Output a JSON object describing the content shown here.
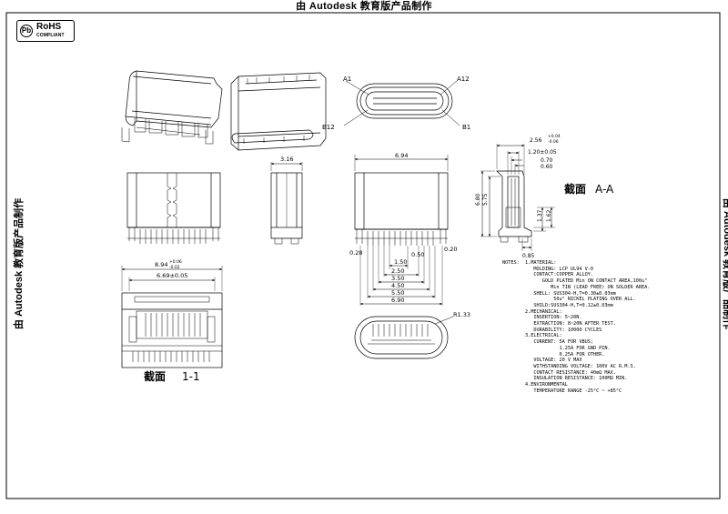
{
  "watermark": "由 Autodesk 教育版产品制作",
  "rohs": {
    "title": "RoHS",
    "subtitle": "COMPLIANT",
    "logo_letter": "Pb"
  },
  "pins": {
    "a1": "A1",
    "a12": "A12",
    "b12": "B12",
    "b1": "B1"
  },
  "dims": {
    "front_width": "6.94",
    "side_width": "3.16",
    "pitch_028": "0.28",
    "pitch_050": "0.50",
    "pitch_020": "0.20",
    "d150": "1.50",
    "d250": "2.50",
    "d350": "3.50",
    "d450": "4.50",
    "d550": "5.50",
    "d690": "6.90",
    "top_894": "8.94",
    "top_894_tol_up": "+0.06",
    "top_894_tol_dn": "-0.02",
    "top_669": "6.69±0.05",
    "radius": "R1.33",
    "aa_256": "2.56",
    "aa_256_tol_up": "+0.04",
    "aa_256_tol_dn": "-0.06",
    "aa_120": "1.20±0.05",
    "aa_070": "0.70",
    "aa_060": "0.60",
    "aa_680": "6.80",
    "aa_575": "5.75",
    "aa_137": "1.37",
    "aa_162": "1.62",
    "aa_085": "0.85"
  },
  "section_aa": {
    "cn": "截面",
    "label": "A-A"
  },
  "section_11": {
    "cn": "截面",
    "label": "1-1"
  },
  "notes": [
    "NOTES:  1.MATERIAL:",
    "           MOLDING: LCP UL94 V-0",
    "           CONTACT:COPPER ALLOY.",
    "              GOLD PLATED Min ON CONTACT AREA,100u\"",
    "                 Min TIN (LEAD FREE) ON SOLDER AREA.",
    "           SHELL: SUS304-H,T=0.30±0.03mm",
    "                  50u\" NICKEL PLATING OVER ALL.",
    "           SHILD:SUS304-H,T=0.12±0.03mm",
    "        2.MECHANICAL:",
    "           INSERTION: 5~20N.",
    "           EXTRACTION: 8~20N AFTER TEST.",
    "           DURABILITY: 10000 CYCLES",
    "        3.ELECTRICAL:",
    "           CURRENT: 5A FOR VBUS;",
    "                    1.25A FOR GND PIN.",
    "                    0.25A FOR OTHER.",
    "           VOLTAGE: 20 V MAX",
    "           WITHSTANDING VOLTAGE: 100V AC R.M.S.",
    "           CONTACT RESISTANCE: 40mΩ MAX.",
    "           INSULATION RESISTANCE: 100MΩ MIN.",
    "        4.ENVIRONMENTAL",
    "           TEMPERATURE RANGE -25°C ~ +85°C"
  ]
}
